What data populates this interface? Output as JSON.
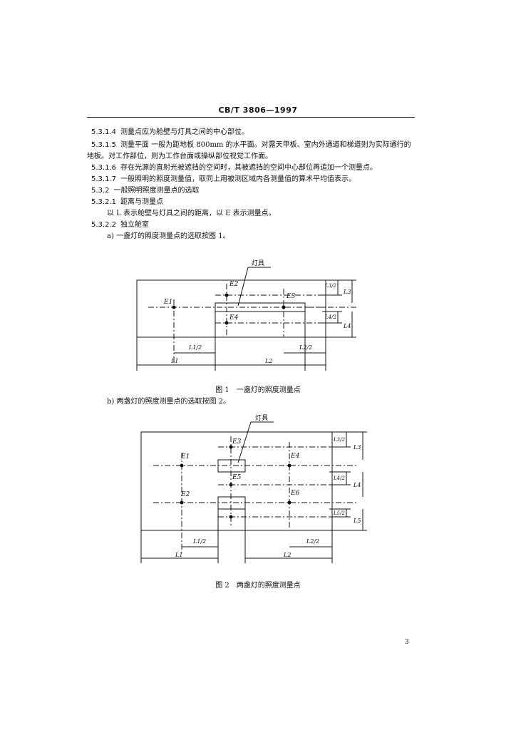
{
  "header": "CB/T 3806—1997",
  "paragraphs": [
    {
      "num": "5.3.1.4",
      "text": "测量点应为舱壁与灯具之间的中心部位。"
    },
    {
      "num": "5.3.1.5",
      "text": "测量平面 一般为距地板 800mm 的水平面。对露天甲板、室内外通道和梯道则为实际通行的"
    },
    {
      "num": "",
      "text": "地板。对工作部位，则为工作台面或操纵部位视觉工作面。"
    },
    {
      "num": "5.3.1.6",
      "text": "存在光源的直射光被遮挡的空间时，其被遮挡的空间中心部位再追加一个测量点。"
    },
    {
      "num": "5.3.1.7",
      "text": "一般照明的照度测量值，取同上用被测区域内各测量值的算术平均值表示。"
    },
    {
      "num": "5.3.2",
      "text": "一般照明照度测量点的选取"
    },
    {
      "num": "5.3.2.1",
      "text": "距离与测量点"
    },
    {
      "num": "",
      "text": "以 L 表示舱壁与灯具之间的距离，以 E 表示测量点。"
    },
    {
      "num": "5.3.2.2",
      "text": "独立舱室"
    },
    {
      "num": "",
      "text": "a) 一盏灯的照度测量点的选取按图 1。"
    }
  ],
  "fig1": {
    "lamp_label": "灯具",
    "points": [
      "E1",
      "E2",
      "E3",
      "E4"
    ],
    "dims": [
      "L1/2",
      "L2/2",
      "L1",
      "L2",
      "L3",
      "L4",
      "L3/2",
      "L4/2"
    ],
    "caption": "图 1　一盏灯的照度测量点"
  },
  "fig2_intro": "b) 两盏灯的照度测量点的选取按图 2。",
  "fig2": {
    "lamp_label": "灯具",
    "points": [
      "E1",
      "E2",
      "E3",
      "E4",
      "E5",
      "E6"
    ],
    "dims": [
      "L1/2",
      "L2/2",
      "L1",
      "L2",
      "L3",
      "L4",
      "L5",
      "L3/2",
      "L4/2",
      "L5/2"
    ],
    "caption": "图 2　两盏灯的照度测量点"
  },
  "page_number": "3"
}
